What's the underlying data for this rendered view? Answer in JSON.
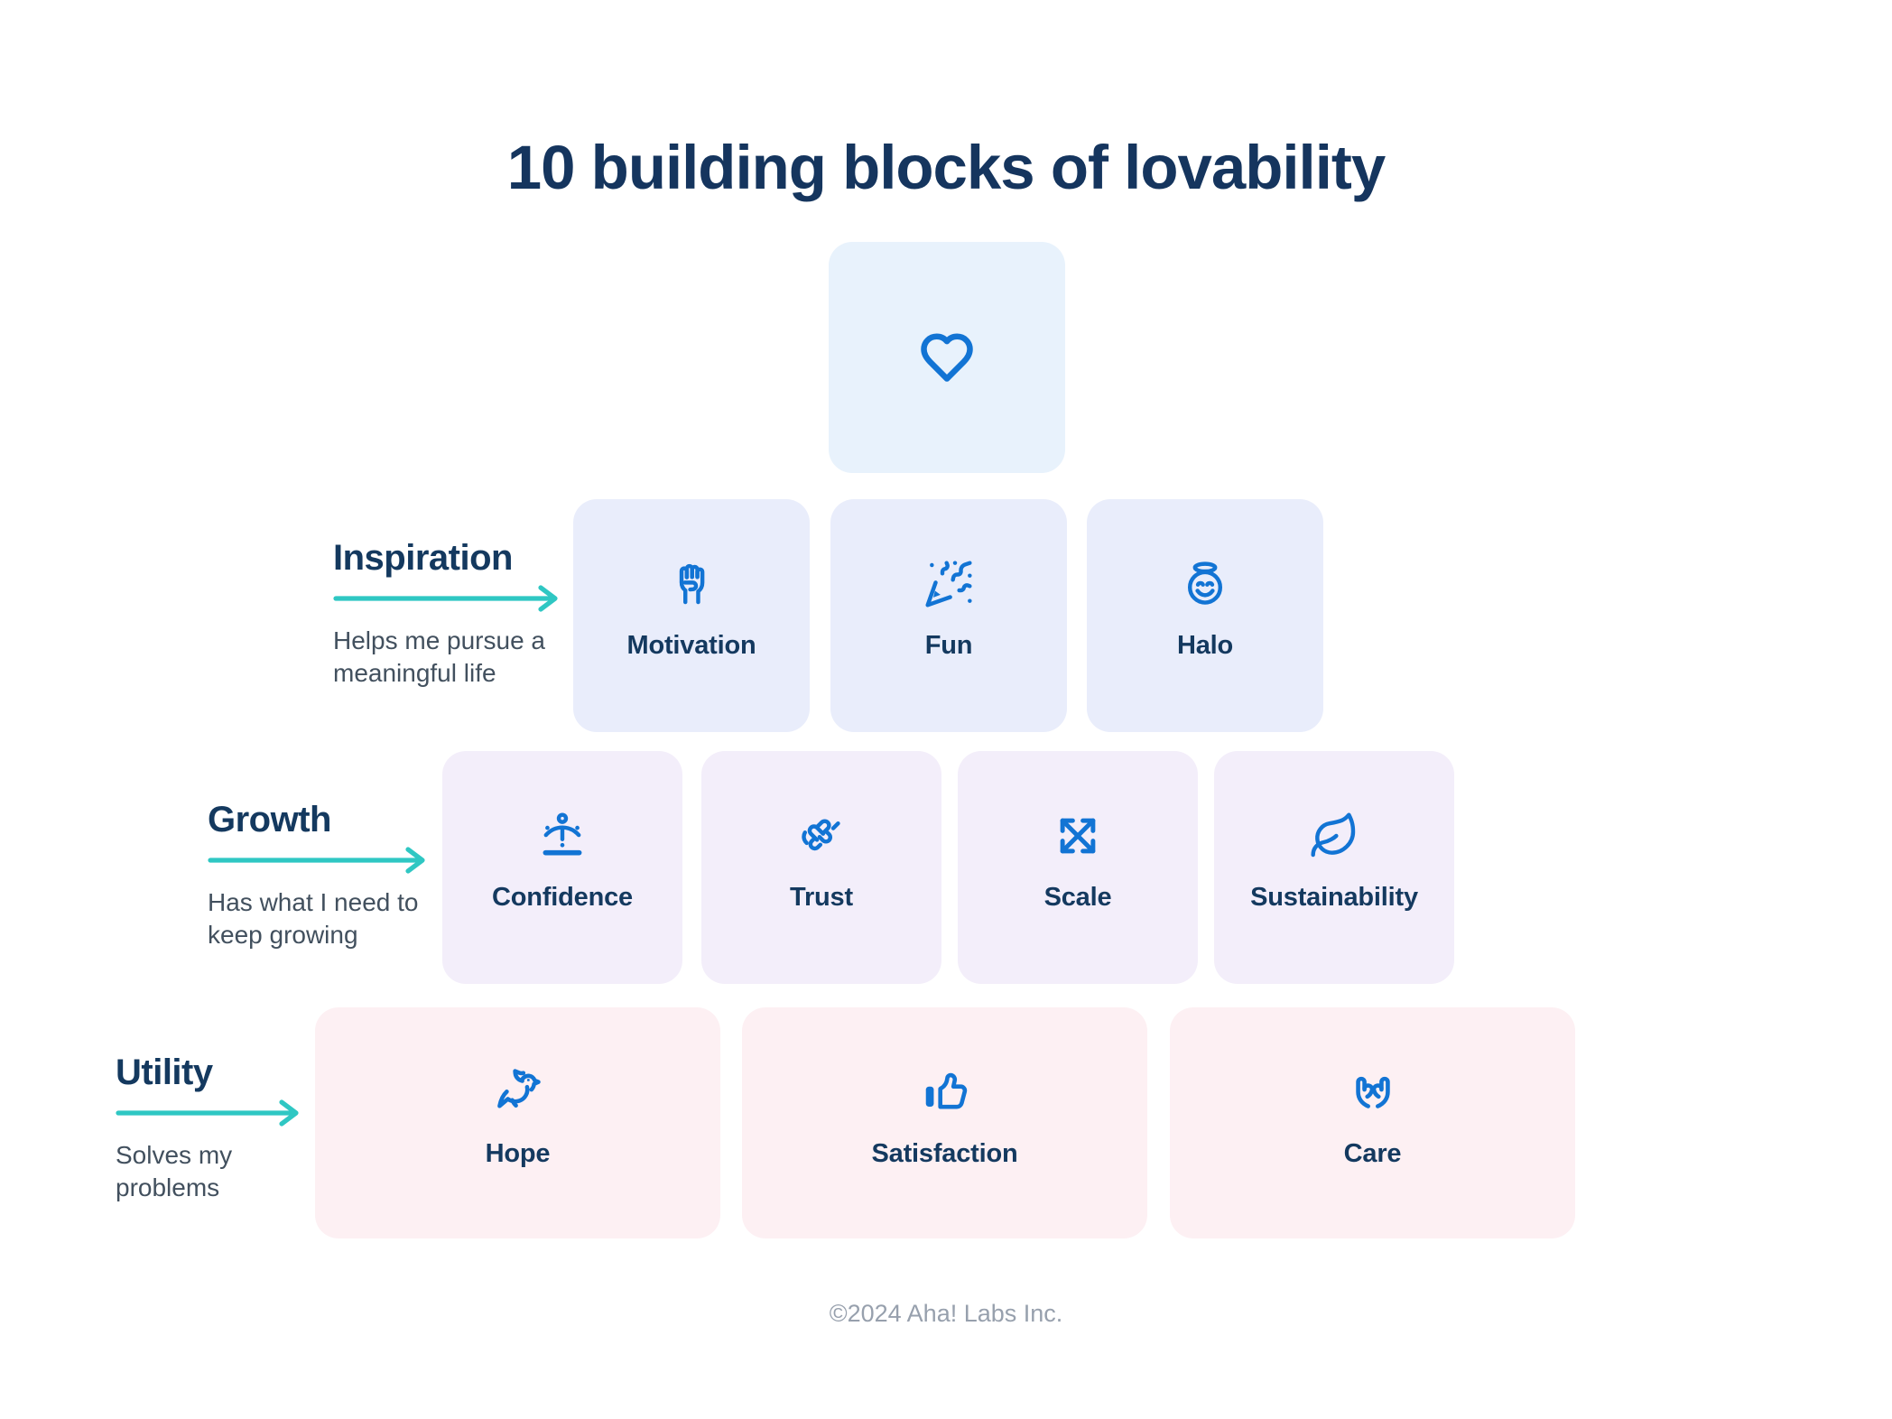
{
  "title": "10 building blocks of lovability",
  "footer": "©2024 Aha! Labs Inc.",
  "top_block": {
    "icon": "heart-icon"
  },
  "rows": [
    {
      "heading": "Inspiration",
      "description": "Helps me pursue a\nmeaningful life",
      "blocks": [
        {
          "icon": "fist-icon",
          "label": "Motivation"
        },
        {
          "icon": "party-popper-icon",
          "label": "Fun"
        },
        {
          "icon": "halo-smiley-icon",
          "label": "Halo"
        }
      ]
    },
    {
      "heading": "Growth",
      "description": "Has what I need to\nkeep growing",
      "blocks": [
        {
          "icon": "balance-person-icon",
          "label": "Confidence"
        },
        {
          "icon": "clasped-hands-icon",
          "label": "Trust"
        },
        {
          "icon": "expand-arrows-icon",
          "label": "Scale"
        },
        {
          "icon": "leaf-icon",
          "label": "Sustainability"
        }
      ]
    },
    {
      "heading": "Utility",
      "description": "Solves my\nproblems",
      "blocks": [
        {
          "icon": "dove-icon",
          "label": "Hope"
        },
        {
          "icon": "thumbs-up-icon",
          "label": "Satisfaction"
        },
        {
          "icon": "open-hands-icon",
          "label": "Care"
        }
      ]
    }
  ],
  "colors": {
    "title_navy": "#15355e",
    "label_navy": "#14395f",
    "icon_blue": "#1274d4",
    "teal_arrow": "#2fc7c3",
    "top_block_bg": "#e8f2fc",
    "inspiration_block_bg": "#e9edfb",
    "growth_block_bg": "#f3eefa",
    "utility_block_bg": "#fdf0f3",
    "description_gray": "#42505e",
    "footer_gray": "#97a0ad",
    "background": "#ffffff"
  }
}
